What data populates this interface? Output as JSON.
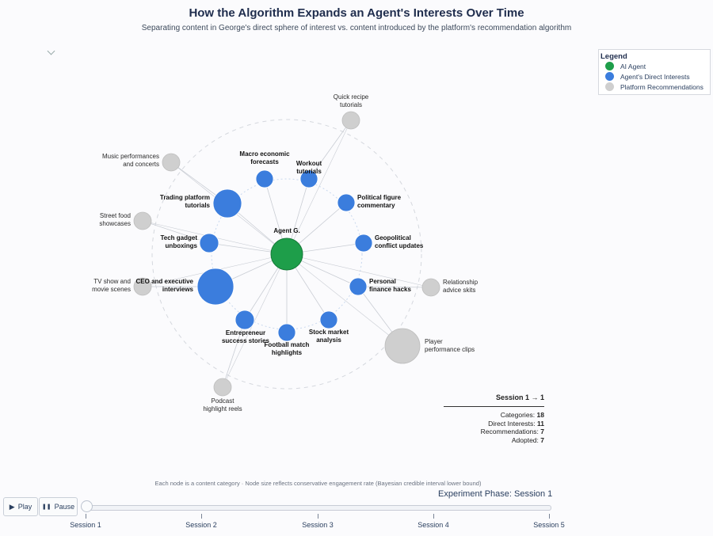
{
  "header": {
    "title": "How the Algorithm Expands an Agent's Interests Over Time",
    "subtitle": "Separating content in George's direct sphere of interest vs. content introduced by the platform's recommendation algorithm"
  },
  "legend": {
    "title": "Legend",
    "items": [
      {
        "label": "AI Agent",
        "color": "#1e9e4a"
      },
      {
        "label": "Agent's Direct Interests",
        "color": "#3b7ddd"
      },
      {
        "label": "Platform Recommendations",
        "color": "#cfcfcf"
      }
    ]
  },
  "graph": {
    "center": {
      "label": "Agent G.",
      "color": "#1e9e4a"
    },
    "colors": {
      "direct": "#3b7ddd",
      "recommendation": "#cfcfcf",
      "edge": "#c9cdd4"
    },
    "direct_interests": [
      "Macro economic forecasts",
      "Workout tutorials",
      "Political figure commentary",
      "Geopolitical conflict updates",
      "Personal finance hacks",
      "Stock market analysis",
      "Football match highlights",
      "Entrepreneur success stories",
      "CEO and executive interviews",
      "Tech gadget unboxings",
      "Trading platform tutorials"
    ],
    "recommendations": [
      "Quick recipe tutorials",
      "Music performances and concerts",
      "Street food showcases",
      "TV show and movie scenes",
      "Relationship advice skits",
      "Player performance clips",
      "Podcast highlight reels"
    ]
  },
  "stats": {
    "title": "Session 1 → 1",
    "rows": [
      {
        "label": "Categories:",
        "value": "18"
      },
      {
        "label": "Direct Interests:",
        "value": "11"
      },
      {
        "label": "Recommendations:",
        "value": "7"
      },
      {
        "label": "Adopted:",
        "value": "7"
      }
    ]
  },
  "footnote": "Each node is a content category  ·  Node size reflects conservative engagement rate (Bayesian credible interval lower bound)",
  "controls": {
    "play_label": "Play",
    "pause_label": "Pause",
    "phase_label": "Experiment Phase: Session 1",
    "steps": [
      "Session 1",
      "Session 2",
      "Session 3",
      "Session 4",
      "Session 5"
    ],
    "current_step": 0
  }
}
